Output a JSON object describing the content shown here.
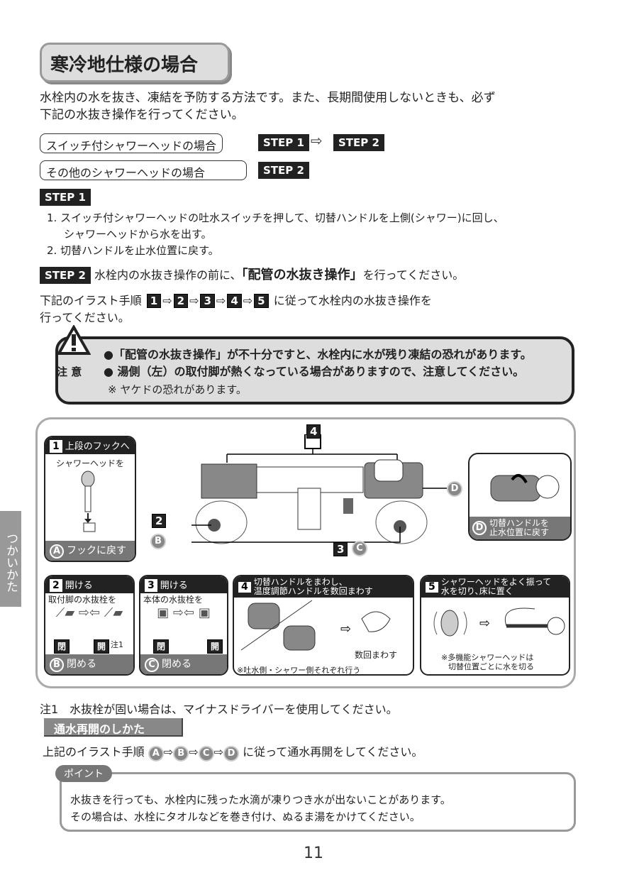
{
  "title": "寒冷地仕様の場合",
  "intro": [
    "水栓内の水を抜き、凍結を予防する方法です。また、長期間使用しないときも、必ず",
    "下記の水抜き操作を行ってください。"
  ],
  "cases": [
    {
      "label": "スイッチ付シャワーヘッドの場合",
      "steps": [
        "STEP 1",
        "STEP 2"
      ]
    },
    {
      "label": "その他のシャワーヘッドの場合",
      "steps": [
        "STEP 2"
      ]
    }
  ],
  "step1": {
    "tag": "STEP 1",
    "items": [
      "1. スイッチ付シャワーヘッドの吐水スイッチを押して、切替ハンドルを上側(シャワー)に回し、",
      "シャワーヘッドから水を出す。",
      "2. 切替ハンドルを止水位置に戻す。"
    ]
  },
  "step2": {
    "tag": "STEP 2",
    "pre": "水栓内の水抜き操作の前に、",
    "bold": "「配管の水抜き操作」",
    "post": "を行ってください。",
    "line1a": "下記のイラスト手順",
    "nums": [
      "1",
      "2",
      "3",
      "4",
      "5"
    ],
    "line1b": "に従って水栓内の水抜き操作を",
    "line2": "行ってください。"
  },
  "caution": {
    "label": "注 意",
    "items": [
      "●「配管の水抜き操作」が不十分ですと、水栓内に水が残り凍結の恐れがあります。",
      "● 湯側（左）の取付脚が熱くなっている場合がありますので、注意してください。"
    ],
    "note": "※ ヤケドの恐れがあります。"
  },
  "diagram": {
    "p1": {
      "num": "1",
      "head": "上段のフックへ",
      "body": "シャワーヘッドを",
      "foot_letter": "A",
      "foot": "フックに戻す"
    },
    "p2": {
      "num": "2",
      "head": "開ける",
      "body": "取付脚の水抜栓を",
      "closed": "閉",
      "open": "開",
      "note": "注1",
      "foot_letter": "B",
      "foot": "閉める"
    },
    "p3": {
      "num": "3",
      "head": "開ける",
      "body": "本体の水抜栓を",
      "closed": "閉",
      "open": "開",
      "foot_letter": "C",
      "foot": "閉める"
    },
    "p4": {
      "num": "4",
      "head": [
        "切替ハンドルをまわし、",
        "温度調節ハンドルを数回まわす"
      ],
      "turn": "数回まわす",
      "note": "※吐水側・シャワー側それぞれ行う"
    },
    "p5": {
      "num": "5",
      "head": [
        "シャワーヘッドをよく振って",
        "水を切り､床に置く"
      ],
      "note": [
        "※多機能シャワーヘッドは",
        "切替位置ごとに水を切る"
      ]
    },
    "pD": {
      "letter": "D",
      "text": [
        "切替ハンドルを",
        "止水位置に戻す"
      ]
    },
    "callouts": {
      "n4": "4",
      "n2": "2",
      "B": "B",
      "n3": "3",
      "C": "C",
      "D": "D"
    }
  },
  "footnote": "注1　水抜栓が固い場合は、マイナスドライバーを使用してください。",
  "resume": {
    "title": "通水再開のしかた",
    "a": "上記のイラスト手順",
    "letters": [
      "A",
      "B",
      "C",
      "D"
    ],
    "b": "に従って通水再開をしてください。"
  },
  "point": {
    "tag": "ポイント",
    "lines": [
      "水抜きを行っても、水栓内に残った水滴が凍りつき水が出ないことがあります。",
      "その場合は、水栓にタオルなどを巻き付け、ぬるま湯をかけてください。"
    ]
  },
  "side_tab": "つかいかた",
  "page_number": "11"
}
